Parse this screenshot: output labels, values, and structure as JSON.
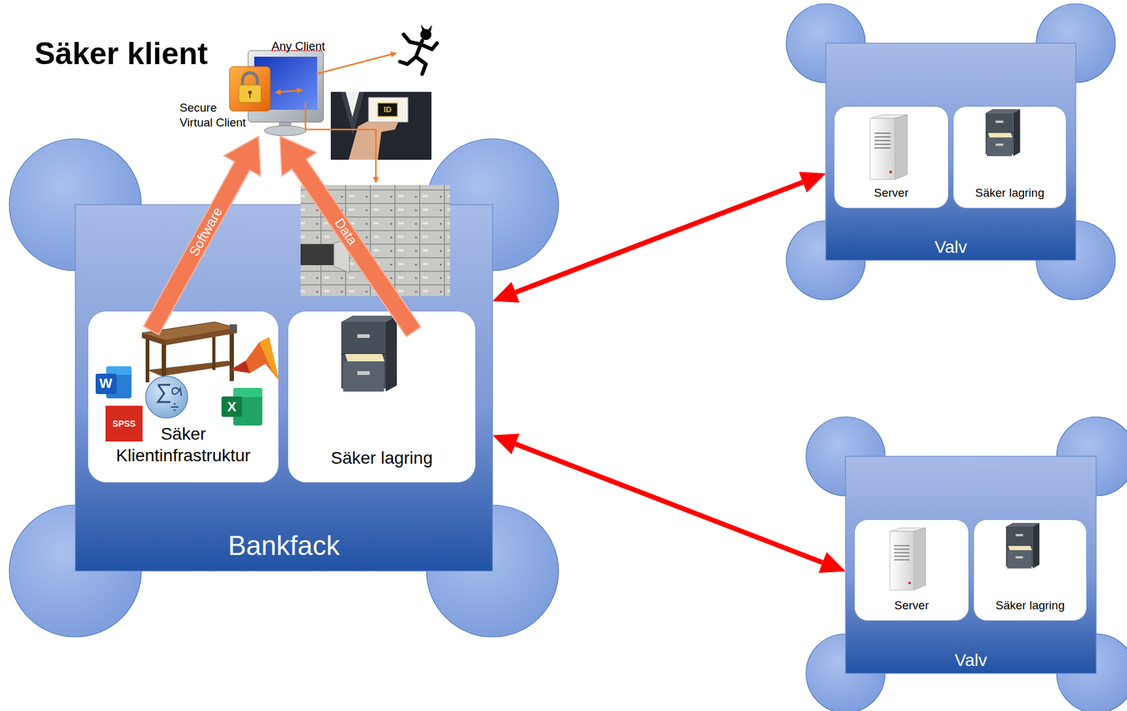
{
  "diagram": {
    "title": "Säker klient",
    "nodes": [
      {
        "text": [
          "Bankfack"
        ]
      },
      {
        "text": [
          "Säker Klientinfrastruktur"
        ],
        "in": 0
      },
      {
        "text": [
          "Säker lagring"
        ],
        "in": 0
      },
      {
        "text": [
          "Valv"
        ]
      },
      {
        "text": [
          "Server"
        ],
        "in": 3
      },
      {
        "text": [
          "Säker lagring"
        ],
        "in": 3
      },
      {
        "text": [
          "Valv"
        ]
      },
      {
        "text": [
          "Server"
        ],
        "in": 6
      },
      {
        "text": [
          "Säker lagring"
        ],
        "in": 6
      }
    ],
    "edges": [
      {
        "from": 0,
        "to": 3,
        "arrow": "both"
      },
      {
        "from": 0,
        "to": 6,
        "arrow": "both"
      }
    ],
    "labels": [
      "Any Client",
      "Secure Virtual Client",
      "ID",
      "Software",
      "Data",
      "W",
      "SPSS",
      "X"
    ]
  }
}
